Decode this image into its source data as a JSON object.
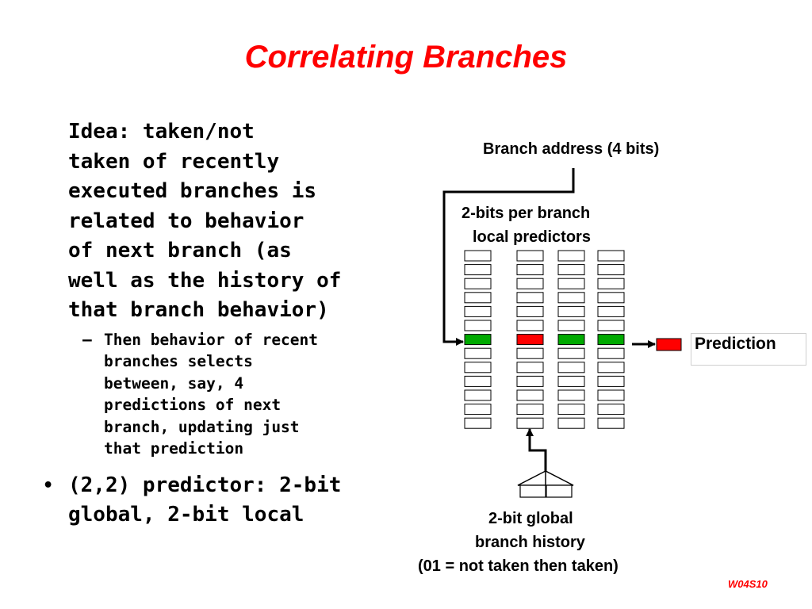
{
  "title": "Correlating Branches",
  "text": {
    "idea_lines": [
      "Idea: taken/not",
      "taken of recently",
      "executed branches is",
      "related to behavior",
      "of next branch (as",
      "well as the history of",
      "that branch behavior)"
    ],
    "sub_dash": "–",
    "sub_lines": [
      "Then behavior of recent",
      "branches selects",
      "between, say, 4",
      "predictions of next",
      "branch, updating just",
      "that prediction"
    ],
    "bullet_symbol": "•",
    "bullet_lines": [
      "(2,2) predictor: 2-bit",
      "global, 2-bit local"
    ]
  },
  "diagram": {
    "branch_address_label": "Branch address (4 bits)",
    "local_pred_label_line1": "2-bits per branch",
    "local_pred_label_line2": "local predictors",
    "prediction_label": "Prediction",
    "global_history_line1": "2-bit global",
    "global_history_line2": "branch history",
    "global_history_line3": "(01 = not taken then taken)",
    "columns": 4,
    "rows_per_column": 13,
    "selected_row_index": 6,
    "selected_column_colors": [
      "#00aa00",
      "#ff0000",
      "#00aa00",
      "#00aa00"
    ],
    "prediction_color": "#ff0000",
    "accent_color": "#ff0000"
  },
  "footer": "W04S10"
}
